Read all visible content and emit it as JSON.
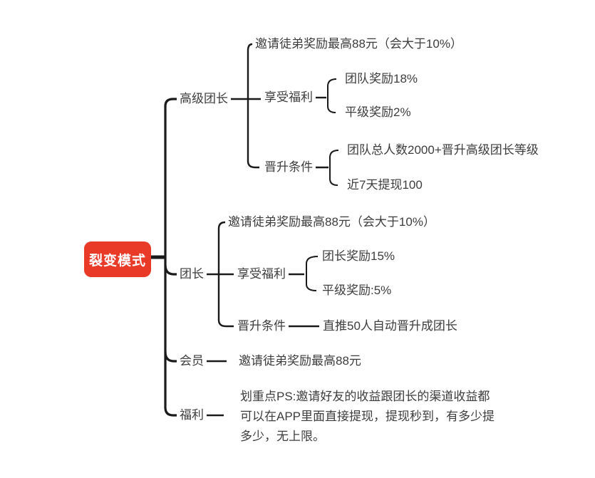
{
  "colors": {
    "line": "#1a1a1a",
    "text": "#3d3d3d",
    "root_bg": "#e93a28",
    "root_text": "#ffffff"
  },
  "root": {
    "label": "裂变模式"
  },
  "branches": [
    {
      "label": "高级团长",
      "children": [
        {
          "label": "邀请徒弟奖励最高88元（会大于10%）"
        },
        {
          "label": "享受福利",
          "children": [
            {
              "label": "团队奖励18%"
            },
            {
              "label": "平级奖励2%"
            }
          ]
        },
        {
          "label": "晋升条件",
          "children": [
            {
              "label": "团队总人数2000+晋升高级团长等级"
            },
            {
              "label": "近7天提现100"
            }
          ]
        }
      ]
    },
    {
      "label": "团长",
      "children": [
        {
          "label": "邀请徒弟奖励最高88元（会大于10%）"
        },
        {
          "label": "享受福利",
          "children": [
            {
              "label": "团长奖励15%"
            },
            {
              "label": "平级奖励:5%"
            }
          ]
        },
        {
          "label": "晋升条件",
          "children": [
            {
              "label": "直推50人自动晋升成团长"
            }
          ]
        }
      ]
    },
    {
      "label": "会员",
      "children": [
        {
          "label": "邀请徒弟奖励最高88元"
        }
      ]
    },
    {
      "label": "福利",
      "children": [
        {
          "lines": [
            "划重点PS:邀请好友的收益跟团长的渠道收益都",
            "可以在APP里面直接提现，提现秒到，有多少提",
            "多少，无上限。"
          ]
        }
      ]
    }
  ]
}
